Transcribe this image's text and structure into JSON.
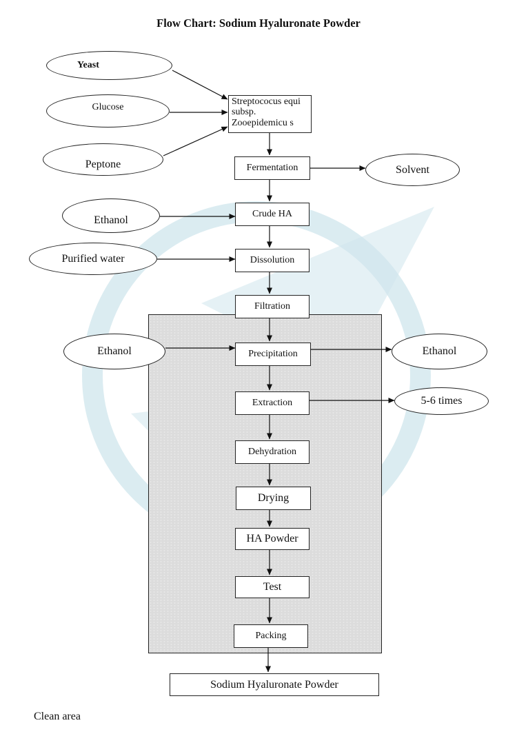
{
  "title": "Flow Chart: Sodium Hyaluronate Powder",
  "inputs": {
    "yeast": "Yeast",
    "glucose": "Glucose",
    "peptone": "Peptone",
    "ethanol_crude": "Ethanol",
    "purified_water": "Purified water",
    "ethanol_precip": "Ethanol"
  },
  "outputs": {
    "solvent": "Solvent",
    "ethanol_out": "Ethanol",
    "times": "5-6 times"
  },
  "steps": {
    "strain": "Streptococus equi subsp. Zooepidemicu s",
    "fermentation": "Fermentation",
    "crude_ha": "Crude HA",
    "dissolution": "Dissolution",
    "filtration": "Filtration",
    "precipitation": "Precipitation",
    "extraction": "Extraction",
    "dehydration": "Dehydration",
    "drying": "Drying",
    "ha_powder": "HA Powder",
    "test": "Test",
    "packing": "Packing",
    "final": "Sodium Hyaluronate Powder"
  },
  "legend": {
    "clean_area": "Clean area"
  },
  "colors": {
    "watermark": "#cfe6ec",
    "clean_area_fill": "#dcdcdc",
    "stroke": "#222222"
  }
}
